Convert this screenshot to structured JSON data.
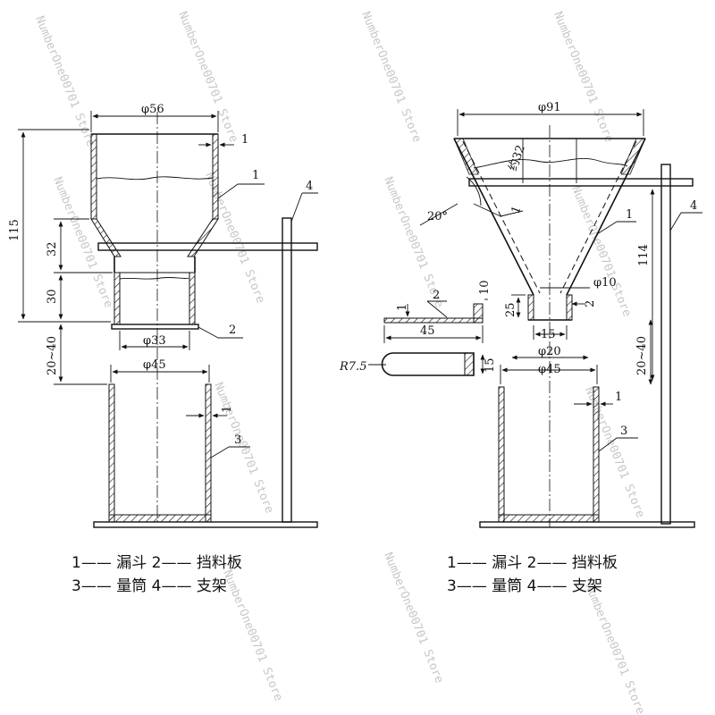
{
  "left_figure": {
    "dims": {
      "top_diameter": "φ56",
      "wall": "1",
      "height_total": "115",
      "cone_height": "32",
      "neck_height": "30",
      "neck_diameter": "φ33",
      "gap": "20~40",
      "cup_diameter": "φ45",
      "cup_wall": "1"
    },
    "labels": {
      "funnel": "1",
      "plate": "2",
      "cylinder": "3",
      "stand": "4"
    },
    "legend": {
      "line1": "1—— 漏斗  2—— 挡料板",
      "line2": "3—— 量筒  4—— 支架"
    }
  },
  "right_figure": {
    "dims": {
      "top_diameter": "φ91",
      "about": "约32",
      "angle": "20°",
      "wall": "1",
      "height": "114",
      "outlet_diameter": "φ10",
      "outlet_wall": "2",
      "plate_thickness": "10",
      "plate_wall": "1",
      "plate_length": "45",
      "neck_height": "25",
      "neck_inner": "15",
      "neck_outer": "φ20",
      "radius": "R7.5",
      "plate_height": "15",
      "cup_diameter": "φ45",
      "gap": "20~40",
      "cup_wall": "1"
    },
    "labels": {
      "funnel": "1",
      "plate": "2",
      "cylinder": "3",
      "stand": "4"
    },
    "legend": {
      "line1": "1—— 漏斗  2—— 挡料板",
      "line2": "3—— 量筒  4—— 支架"
    }
  },
  "watermark": "NumberOne00701 Store"
}
